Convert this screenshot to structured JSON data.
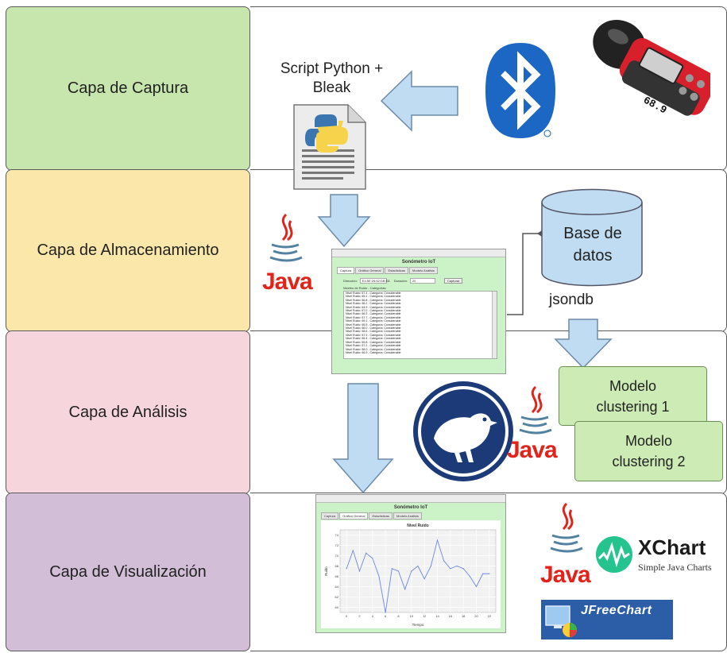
{
  "layers": [
    {
      "label": "Capa de Captura",
      "color": "#c6e6ad"
    },
    {
      "label": "Capa de Almacenamiento",
      "color": "#fbe7a9"
    },
    {
      "label": "Capa de Análisis",
      "color": "#f7d5dc"
    },
    {
      "label": "Capa de Visualización",
      "color": "#d2bed6"
    }
  ],
  "capture": {
    "script_label_line1": "Script Python +",
    "script_label_line2": "Bleak",
    "meter_reading": "68.9"
  },
  "storage": {
    "db_label_line1": "Base de",
    "db_label_line2": "datos",
    "db_caption": "jsondb"
  },
  "app_window": {
    "title": "Sonómetro IoT",
    "tabs": [
      "Captura",
      "Gráfico General",
      "Estadísticas",
      "Modelo Análisis"
    ],
    "direccion_label": "Dirección:",
    "direccion_value": "E4:5E:26:62:DB:E8",
    "duracion_label": "Duración:",
    "duracion_value": "20",
    "button": "Capturar",
    "list_header": "Niveles de Ruido - Categorías:",
    "list_items": [
      "Nivel Ruido: 67.4 - Categoría: Considerable",
      "Nivel Ruido: 65.1 - Categoría: Considerable",
      "Nivel Ruido: 66.8 - Categoría: Considerable",
      "Nivel Ruido: 68.2 - Categoría: Considerable",
      "Nivel Ruido: 64.9 - Categoría: Considerable",
      "Nivel Ruido: 67.0 - Categoría: Considerable",
      "Nivel Ruido: 66.3 - Categoría: Considerable",
      "Nivel Ruido: 67.7 - Categoría: Considerable",
      "Nivel Ruido: 69.1 - Categoría: Considerable",
      "Nivel Ruido: 65.5 - Categoría: Considerable",
      "Nivel Ruido: 66.0 - Categoría: Considerable",
      "Nivel Ruido: 68.6 - Categoría: Considerable",
      "Nivel Ruido: 67.9 - Categoría: Considerable",
      "Nivel Ruido: 66.4 - Categoría: Considerable",
      "Nivel Ruido: 65.8 - Categoría: Considerable",
      "Nivel Ruido: 67.2 - Categoría: Considerable",
      "Nivel Ruido: 68.0 - Categoría: Considerable",
      "Nivel Ruido: 66.9 - Categoría: Considerable"
    ]
  },
  "analysis": {
    "model1_line1": "Modelo",
    "model1_line2": "clustering 1",
    "model2_line1": "Modelo",
    "model2_line2": "clustering 2"
  },
  "chart_window": {
    "title": "Sonómetro IoT",
    "tabs": [
      "Captura",
      "Gráfico General",
      "Estadísticas",
      "Modelo Análisis"
    ]
  },
  "chart_data": {
    "type": "line",
    "title": "Nivel Ruido",
    "xlabel": "Tiempo",
    "ylabel": "Ruido",
    "x": [
      0,
      1,
      2,
      3,
      4,
      5,
      6,
      7,
      8,
      9,
      10,
      11,
      12,
      13,
      14,
      15,
      16,
      17,
      18,
      19,
      20,
      21,
      22
    ],
    "values": [
      67.5,
      71,
      67,
      70.5,
      69.5,
      66,
      59,
      67.5,
      67,
      63.5,
      67,
      68,
      65.5,
      68,
      73,
      69,
      67.5,
      68,
      67.5,
      66,
      64,
      66.5,
      66.5
    ],
    "xticks": [
      0,
      2,
      4,
      6,
      8,
      10,
      12,
      14,
      16,
      18,
      20,
      22
    ],
    "yticks": [
      60,
      62,
      64,
      66,
      68,
      70,
      72,
      74
    ],
    "xlim": [
      -1,
      23
    ],
    "ylim": [
      59,
      75
    ],
    "color": "#6b86e6"
  },
  "visual": {
    "xchart_title": "XChart",
    "xchart_subtitle": "Simple Java Charts",
    "jfreechart_label": "JFreeChart",
    "java_word": "Java"
  },
  "colors": {
    "arrow_fill": "#bfdcf3",
    "arrow_stroke": "#6d8aa8",
    "db_fill": "#bfdcf3"
  }
}
